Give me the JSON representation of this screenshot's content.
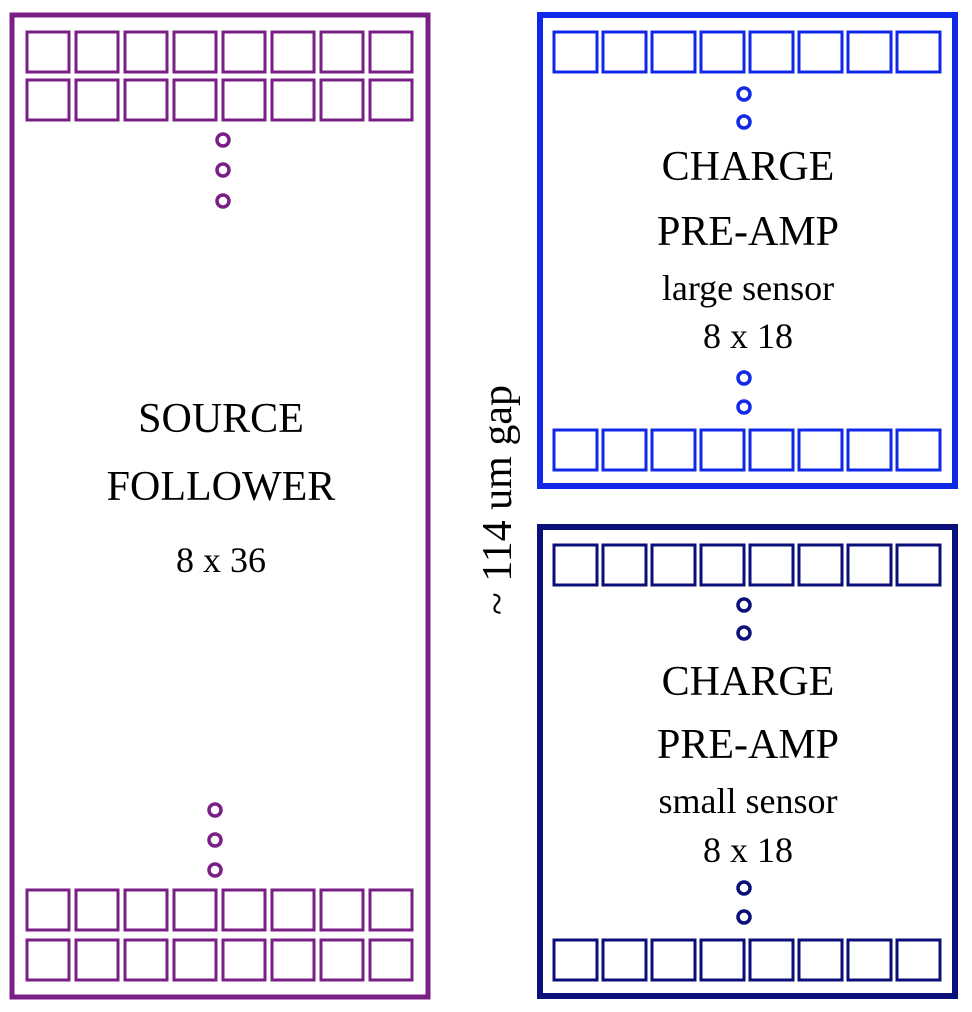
{
  "colors": {
    "source_follower": "#7a1f85",
    "large_sensor": "#1029e8",
    "small_sensor": "#0a0f7a"
  },
  "source_follower": {
    "line1": "SOURCE",
    "line2": "FOLLOWER",
    "dims": "8 x 36"
  },
  "large_sensor": {
    "line1": "CHARGE",
    "line2": "PRE-AMP",
    "line3": "large sensor",
    "dims": "8 x 18"
  },
  "small_sensor": {
    "line1": "CHARGE",
    "line2": "PRE-AMP",
    "line3": "small sensor",
    "dims": "8 x 18"
  },
  "gap_label": "~ 114 um gap"
}
